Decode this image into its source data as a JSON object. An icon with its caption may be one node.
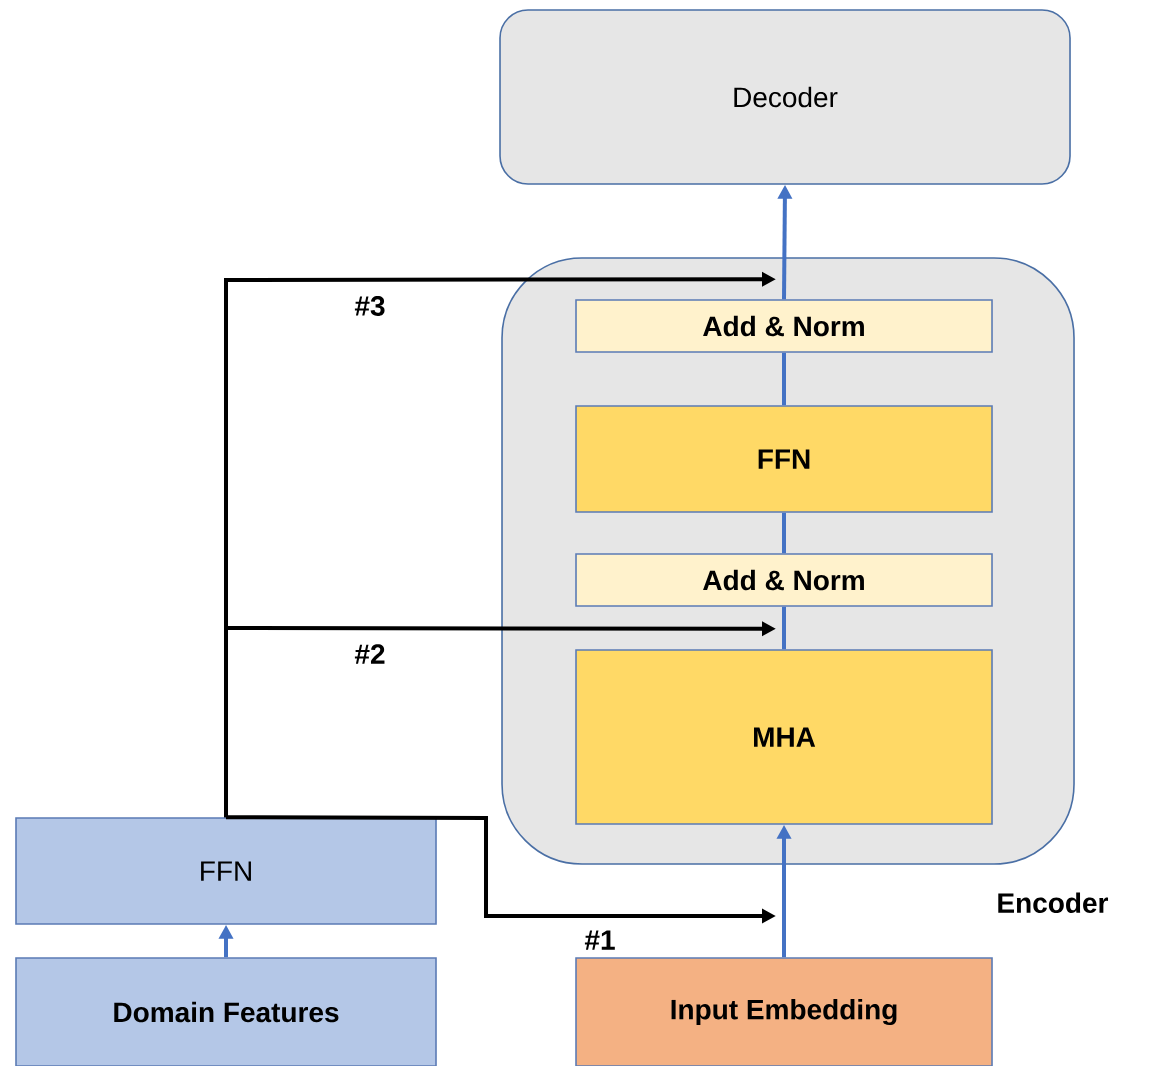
{
  "diagram": {
    "nodes": [
      {
        "text": [
          "Decoder"
        ]
      },
      {
        "text": [
          "Encoder"
        ]
      },
      {
        "text": [
          "Add & Norm"
        ],
        "in": 1
      },
      {
        "text": [
          "FFN"
        ],
        "in": 1
      },
      {
        "text": [
          "Add & Norm"
        ],
        "in": 1
      },
      {
        "text": [
          "MHA"
        ],
        "in": 1
      },
      {
        "text": [
          "FFN"
        ]
      },
      {
        "text": [
          "Domain Features"
        ]
      },
      {
        "text": [
          "Input Embedding"
        ]
      }
    ],
    "edges": [
      {
        "from": 7,
        "to": 6,
        "arrow": "to"
      },
      {
        "from": 8,
        "to": 5,
        "arrow": "to"
      },
      {
        "from": 5,
        "to": 4,
        "arrow": "none"
      },
      {
        "from": 4,
        "to": 3,
        "arrow": "none"
      },
      {
        "from": 3,
        "to": 2,
        "arrow": "none"
      },
      {
        "from": 2,
        "to": 0,
        "arrow": "to"
      },
      {
        "from": 6,
        "to": null,
        "arrow": "to",
        "label": "#1",
        "color": "#000000"
      },
      {
        "from": 6,
        "to": 4,
        "arrow": "to",
        "label": "#2",
        "color": "#000000"
      },
      {
        "from": 6,
        "to": 2,
        "arrow": "to",
        "label": "#3",
        "color": "#000000"
      }
    ]
  }
}
